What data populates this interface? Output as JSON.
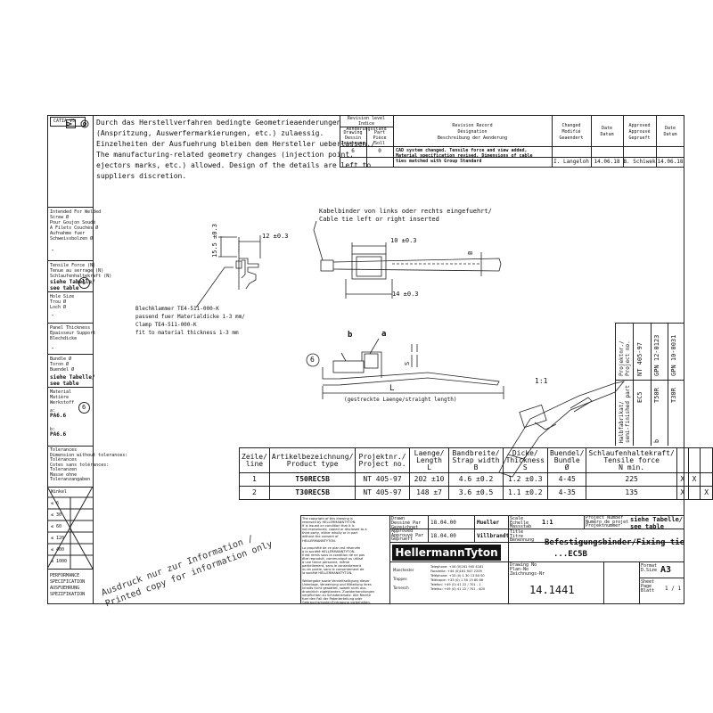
{
  "notes": {
    "de": [
      "Durch das Herstellverfahren bedingte Geometrieaenderungen",
      "(Anspritzung, Auswerfermarkierungen, etc.) zulaessig.",
      "Einzelheiten der Ausfuehrung bleiben dem Hersteller ueberlassen./"
    ],
    "en": [
      "The manufacturing-related geometry changes (injection point,",
      "ejectors marks, etc.) allowed. Design of the details are left to",
      "suppliers discretion."
    ]
  },
  "catia": "CATIA V5",
  "revision": {
    "h_level": [
      "Revision level",
      "Indice",
      "Aenderungsstand"
    ],
    "h_drawing": [
      "Drawing",
      "Dessin",
      "Zeichnung"
    ],
    "h_part": [
      "Part",
      "Pièce",
      "Soll"
    ],
    "h_record": [
      "Revision Record",
      "Désignation",
      "Beschreibung der Aenderung"
    ],
    "h_changed": [
      "Changed",
      "Modifié",
      "Geaendert"
    ],
    "h_date": [
      "Date",
      "Datum"
    ],
    "h_approved": [
      "Approved",
      "Approuvé",
      "Geprueft"
    ],
    "h_date2": [
      "Date",
      "Datum"
    ],
    "row": {
      "drawing": "6",
      "part": "0",
      "record": [
        "CAD system changed. Tensile force and view added,",
        "Material specification revised, Dimensions of cable",
        "ties matched with Group Standard"
      ],
      "changed": "I. Langeloh",
      "date": "14.06.18",
      "approved": "B. Schiwek",
      "date2": "14.06.18"
    }
  },
  "left_panel": {
    "weld": [
      "Intended For Welded",
      "Screw Ø",
      "Pour Goujon Soudé",
      "A Filets Couchés Ø",
      "Aufnahme fuer",
      "Schweissbolzen Ø"
    ],
    "weld_value": "-",
    "tensile": [
      "Tensile Force (N)",
      "Tenue au serrage (N)",
      "Schlaufenhaltekraft (N)"
    ],
    "tensile_value": [
      "siehe Tabelle/",
      "see table"
    ],
    "tensile_mark": "6",
    "hole": [
      "Hole Size",
      "Trou Ø",
      "Loch Ø"
    ],
    "hole_value": "-",
    "panel": [
      "Panel Thickness",
      "Epaisseur Support",
      "Blechdicke"
    ],
    "panel_value": "-",
    "bundle": [
      "Bundle Ø",
      "Toron Ø",
      "Buendel Ø"
    ],
    "bundle_value": [
      "siehe Tabelle/",
      "see table"
    ],
    "material": [
      "Material",
      "Matière",
      "Werkstoff"
    ],
    "material_mark": "6",
    "mat_a_label": "a:",
    "mat_a": "PA6.6",
    "mat_b_label": "b:",
    "mat_b": "PA6.6",
    "tolerances": [
      "Tolerances",
      "Dimension without tolerances:",
      "Tolérances",
      "Cotes sans tolérances:",
      "Toleranzen",
      "Masse ohne",
      "Toleranzangaben"
    ],
    "tol_header": "Winkel",
    "tol_rows": [
      "6",
      "30",
      "60",
      "120",
      "400",
      "1000"
    ],
    "performance": [
      "PERFORMANCE",
      "SPECIFICATION",
      "AUSFUEHRUNG",
      "SPEZIFIKATION"
    ]
  },
  "drawing": {
    "cable_note": [
      "Kabelbinder von links oder rechts eingefuehrt/",
      "Cable tie left or right inserted"
    ],
    "clamp_note": [
      "Blechklammer TE4-511-000-K",
      "passend fuer Materialdicke 1-3 mm/",
      "Clamp TE4-511-000-K",
      "fit to material thickness 1-3 mm"
    ],
    "dim_12": "12 ±0.3",
    "dim_15_5": "15.5 ±0.3",
    "dim_10": "10 ±0.3",
    "dim_14": "14 ±0.3",
    "dim_s": "S",
    "dim_b": "B",
    "label_a": "a",
    "label_b": "b",
    "label_L": "L",
    "mark_6": "6",
    "stretched": "(gestreckte Laenge/straight length)",
    "scale": "1:1"
  },
  "rot_table": {
    "h1": [
      "Projektnr./",
      "Project no."
    ],
    "h1_v1": "NT 405-97",
    "h2": [
      "Halbfabrikat/",
      "semi-finished part"
    ],
    "r1": [
      "EC5",
      "GPN 12-0123"
    ],
    "r2": [
      "T50R",
      "GPN 10-0031"
    ],
    "r3": [
      "T30R",
      ""
    ],
    "b": "b"
  },
  "table": {
    "headers": [
      [
        "Zeile/",
        "line"
      ],
      [
        "Artikelbezeichnung/",
        "Product type"
      ],
      [
        "Projektnr./",
        "Project no."
      ],
      [
        "Laenge/",
        "Length",
        "L"
      ],
      [
        "Bandbreite/",
        "Strap width",
        "B"
      ],
      [
        "Dicke/",
        "Thickness",
        "S"
      ],
      [
        "Buendel/",
        "Bundle",
        "Ø"
      ],
      [
        "Schlaufenhaltekraft/",
        "Tensile force",
        "N min."
      ]
    ],
    "rows": [
      [
        "1",
        "T50REC5B",
        "NT 405-97",
        "202 ±10",
        "4.6 ±0.2",
        "1.2 ±0.3",
        "4-45",
        "225",
        "X",
        "X",
        ""
      ],
      [
        "2",
        "T30REC5B",
        "NT 405-97",
        "148 ±7",
        "3.6 ±0.5",
        "1.1 ±0.2",
        "4-35",
        "135",
        "X",
        "",
        "X"
      ]
    ]
  },
  "title_block": {
    "copyright": [
      "The copyright of this drawing is",
      "reserved by HELLERMANNTYTON.",
      "It is issued on condition that it is",
      "not reproduced, copied or disclosed to a",
      "third party, either wholly or in part",
      "without the consent of",
      "HELLERMANNTYTON.",
      "",
      "La propriété de ce plan est réservée",
      "à la société  HELLERMANNTYTON.",
      "Il est remis sous la condition de ne pas",
      "être reproduit, communiqué ou utilisé",
      "à une tierce personne, même",
      "partiellement, sans le consentement",
      "ou en partie, sans le consentement de",
      "la société HELLERMANNTYTON.",
      "",
      "Weitergabe sowie Vervielfaeltigung dieser",
      "Unterlage, Verwertung und Mitteilung ihres",
      "Inhalts nicht gestattet, soweit nicht aus-",
      "druecklich zugestanden. Zuwiderhandlungen",
      "verpflichten zu Schadenersatz. Alle Rechte",
      "fuer den Fall der Patenterteilung oder",
      "Gebrauchsmuster-Eintragung vorbehalten."
    ],
    "drawn": [
      "Drawn",
      "Dessiné Par",
      "Gezeichnet"
    ],
    "drawn_date": "18.04.00",
    "drawn_name": "Mueller",
    "approved": [
      "Approved",
      "Approuvé Par",
      "Geprueft"
    ],
    "approved_date": "18.04.00",
    "approved_name": "Villbrandt",
    "scale_lbl": [
      "Scale",
      "Echelle",
      "Massstab"
    ],
    "scale": "1:1",
    "project_lbl": [
      "Project Number",
      "Numéro de projet",
      "Projektnummer"
    ],
    "project_value": [
      "siehe Tabelle/",
      "see table"
    ],
    "title_lbl": [
      "Title",
      "Titre",
      "Benennung"
    ],
    "title": "Befestigungsbinder/Fixing tie",
    "subtitle": "...EC5B",
    "logo": "HellermannTyton",
    "contacts": [
      {
        "site": "Manchester",
        "lines": [
          "Telephone: +44 (0)161 945 4181",
          "Facsimile: +44 (0)161 947 2209"
        ]
      },
      {
        "site": "Trappes",
        "lines": [
          "Téléphone: +33 (0) 1 30 13 80 00",
          "Télécopie: +33 (0) 1 30 13 80 66"
        ]
      },
      {
        "site": "Tornesch",
        "lines": [
          "Telefon:    +49 (0) 41 22 / 701 - 1",
          "Telefax:    +49 (0) 41 22 / 701 - 400"
        ]
      }
    ],
    "drawing_no_lbl": [
      "Drawing No",
      "Plan-No",
      "Zeichnungs-Nr"
    ],
    "drawing_no": "14.1441",
    "format_lbl": [
      "Format",
      "D.Size"
    ],
    "format": "A3",
    "sheet_lbl": [
      "Sheet",
      "Page",
      "Blatt"
    ],
    "sheet": "1 / 1"
  },
  "watermark": [
    "Ausdruck nur zur Information /",
    "Printed copy for information only"
  ]
}
